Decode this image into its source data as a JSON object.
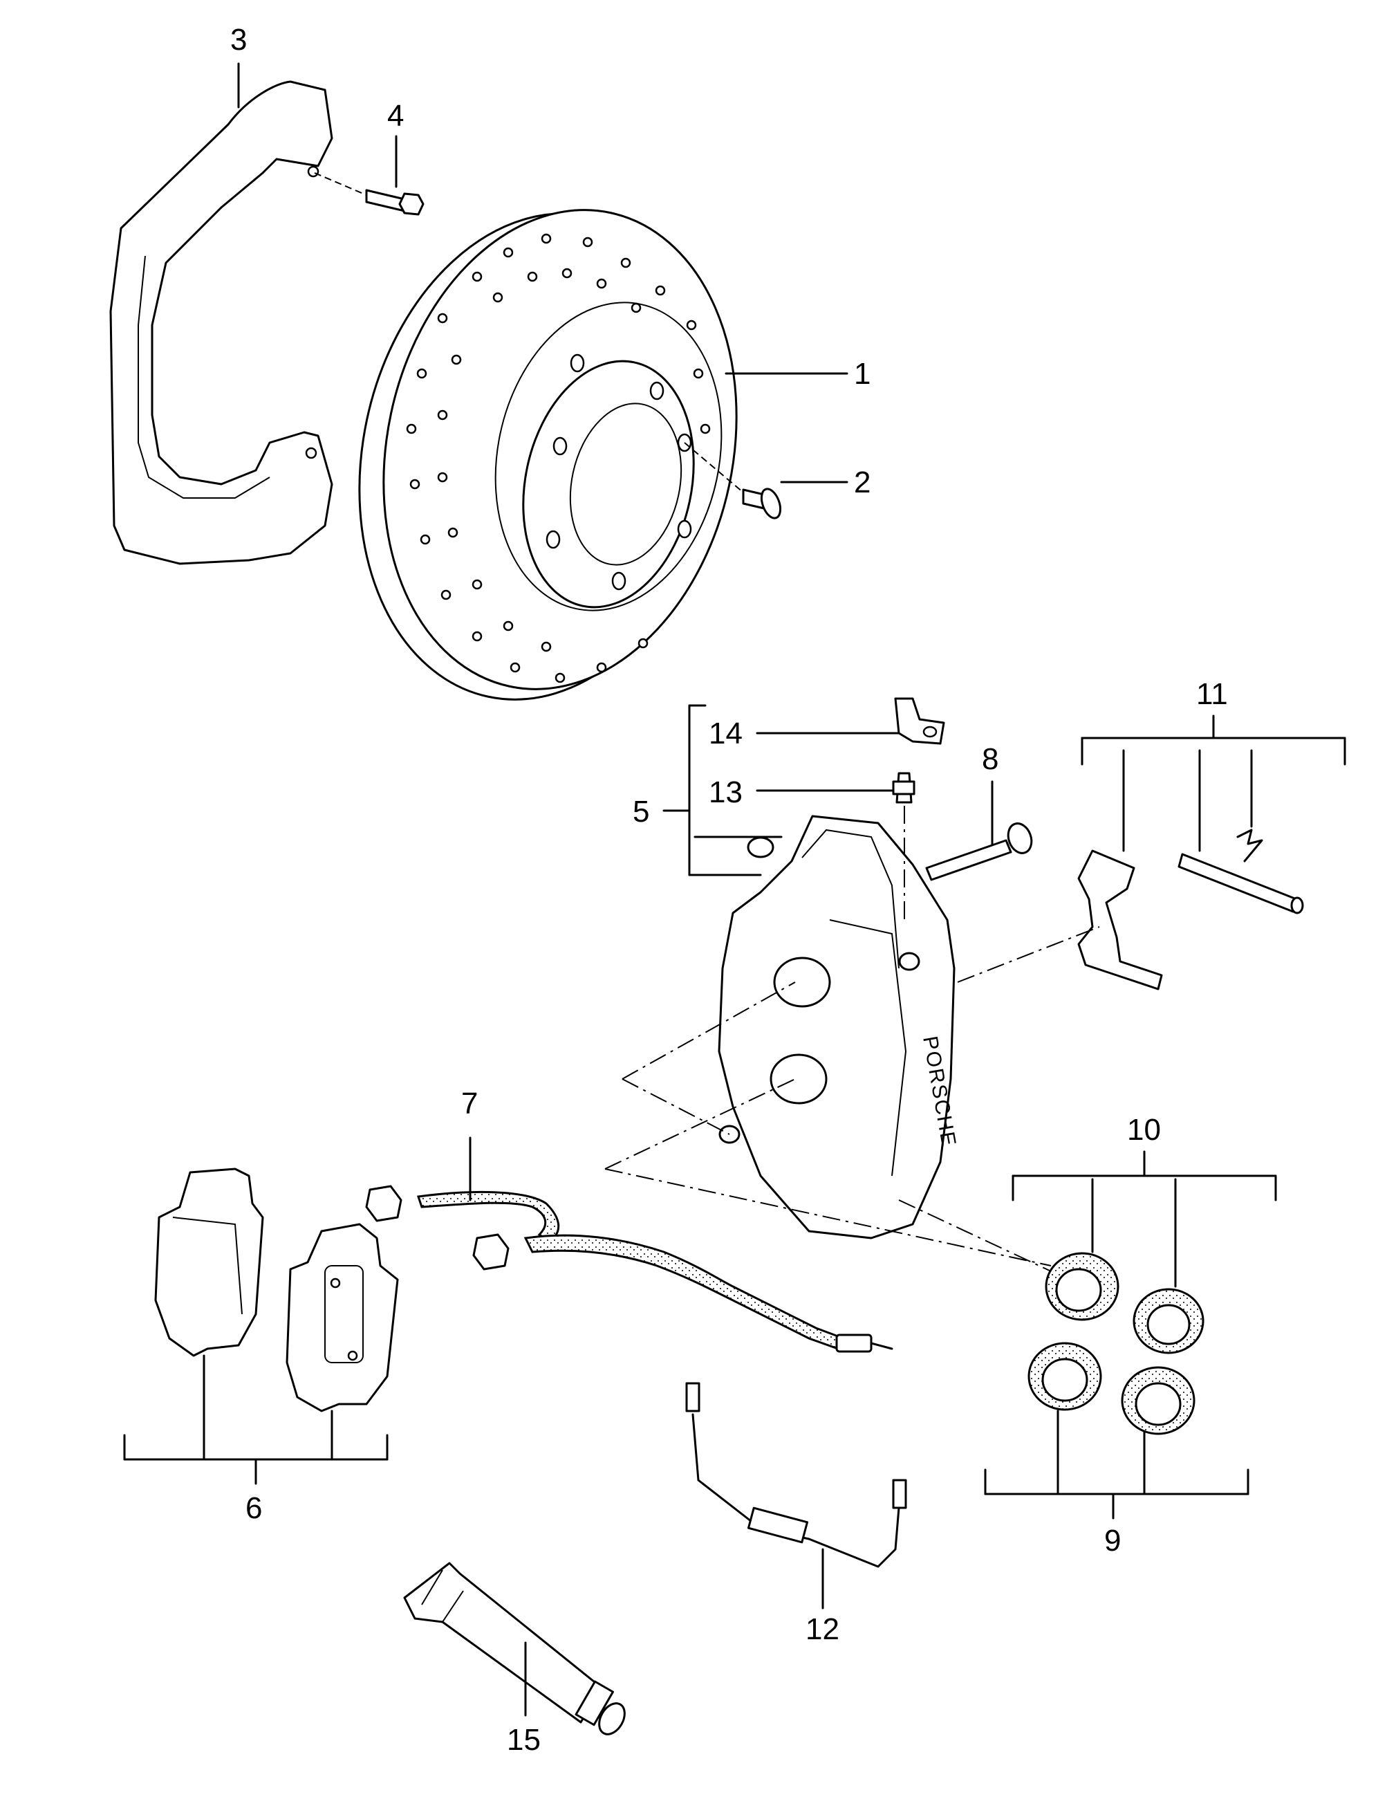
{
  "diagram": {
    "brand_text": "PORSCHE",
    "callouts": [
      {
        "id": "c1",
        "label": "1"
      },
      {
        "id": "c2",
        "label": "2"
      },
      {
        "id": "c3",
        "label": "3"
      },
      {
        "id": "c4",
        "label": "4"
      },
      {
        "id": "c5",
        "label": "5"
      },
      {
        "id": "c6",
        "label": "6"
      },
      {
        "id": "c7",
        "label": "7"
      },
      {
        "id": "c8",
        "label": "8"
      },
      {
        "id": "c9",
        "label": "9"
      },
      {
        "id": "c10",
        "label": "10"
      },
      {
        "id": "c11",
        "label": "11"
      },
      {
        "id": "c12",
        "label": "12"
      },
      {
        "id": "c13",
        "label": "13"
      },
      {
        "id": "c14",
        "label": "14"
      },
      {
        "id": "c15",
        "label": "15"
      }
    ]
  }
}
